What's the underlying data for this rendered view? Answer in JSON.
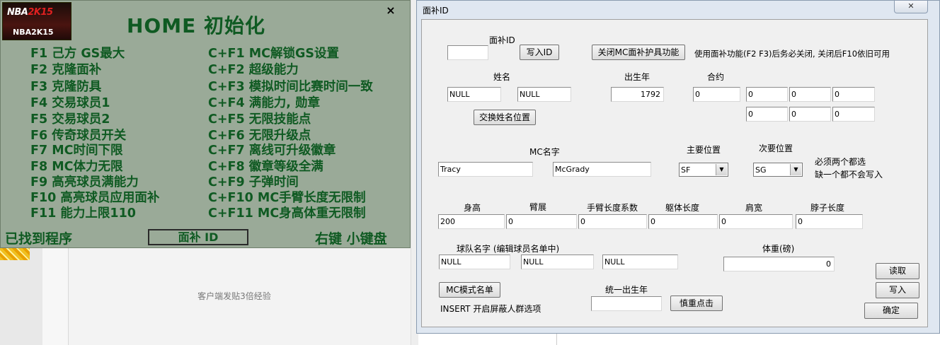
{
  "background": {
    "forum_text": "客户端发贴3倍经验"
  },
  "trainer": {
    "logo": {
      "line1_prefix": "NBA",
      "line1_suffix": "2K15",
      "line2": "NBA2K15"
    },
    "title": "HOME 初始化",
    "close_label": "×",
    "left_column": [
      "F1 己方 GS最大",
      "F2 克隆面补",
      "F3 克隆防具",
      "F4 交易球员1",
      "F5 交易球员2",
      "F6 传奇球员开关",
      "F7 MC时间下限",
      "F8 MC体力无限",
      "F9 高亮球员满能力",
      "F10 高亮球员应用面补",
      "F11 能力上限110"
    ],
    "right_column": [
      "C+F1 MC解锁GS设置",
      "C+F2 超级能力",
      "C+F3 模拟时间比赛时间一致",
      "C+F4 满能力, 勋章",
      "C+F5 无限技能点",
      "C+F6 无限升级点",
      "C+F7 离线可升级徽章",
      "C+F8 徽章等级全满",
      "C+F9 子弹时间",
      "C+F10 MC手臂长度无限制",
      "C+F11 MC身高体重无限制"
    ],
    "status": "已找到程序",
    "id_button": "面补 ID",
    "right_hint": "右键 小键盘"
  },
  "dialog": {
    "title": "面补ID",
    "close_label": "✕",
    "face_id_label": "面补ID",
    "face_id_value": "",
    "write_id_button": "写入ID",
    "disable_mc_button": "关闭MC面补护具功能",
    "disable_mc_note": "使用面补功能(F2 F3)后务必关闭, 关闭后F10依旧可用",
    "name_label": "姓名",
    "first_name": "NULL",
    "last_name": "NULL",
    "birth_year_label": "出生年",
    "birth_year": "1792",
    "contract_label": "合约",
    "contract_row1": [
      "0",
      "0",
      "0",
      "0"
    ],
    "contract_row2": [
      "0",
      "0",
      "0"
    ],
    "swap_name_button": "交换姓名位置",
    "mc_name_label": "MC名字",
    "mc_first": "Tracy",
    "mc_last": "McGrady",
    "primary_pos_label": "主要位置",
    "primary_pos": "SF",
    "secondary_pos_label": "次要位置",
    "secondary_pos": "SG",
    "pos_note_1": "必须两个都选",
    "pos_note_2": "缺一个都不会写入",
    "body_labels": [
      "身高",
      "臂展",
      "手臂长度系数",
      "躯体长度",
      "肩宽",
      "脖子长度"
    ],
    "body_values": [
      "200",
      "0",
      "0",
      "0",
      "0",
      "0"
    ],
    "team_name_label": "球队名字 (编辑球员名单中)",
    "team_names": [
      "NULL",
      "NULL",
      "NULL"
    ],
    "weight_label": "体重(磅)",
    "weight_value": "0",
    "read_button": "读取",
    "write_button": "写入",
    "mc_roster_button": "MC模式名单",
    "unify_birth_label": "统一出生年",
    "unify_birth_value": "",
    "careful_button": "慎重点击",
    "insert_note": "INSERT 开启屏蔽人群选项",
    "confirm_button": "确定"
  }
}
